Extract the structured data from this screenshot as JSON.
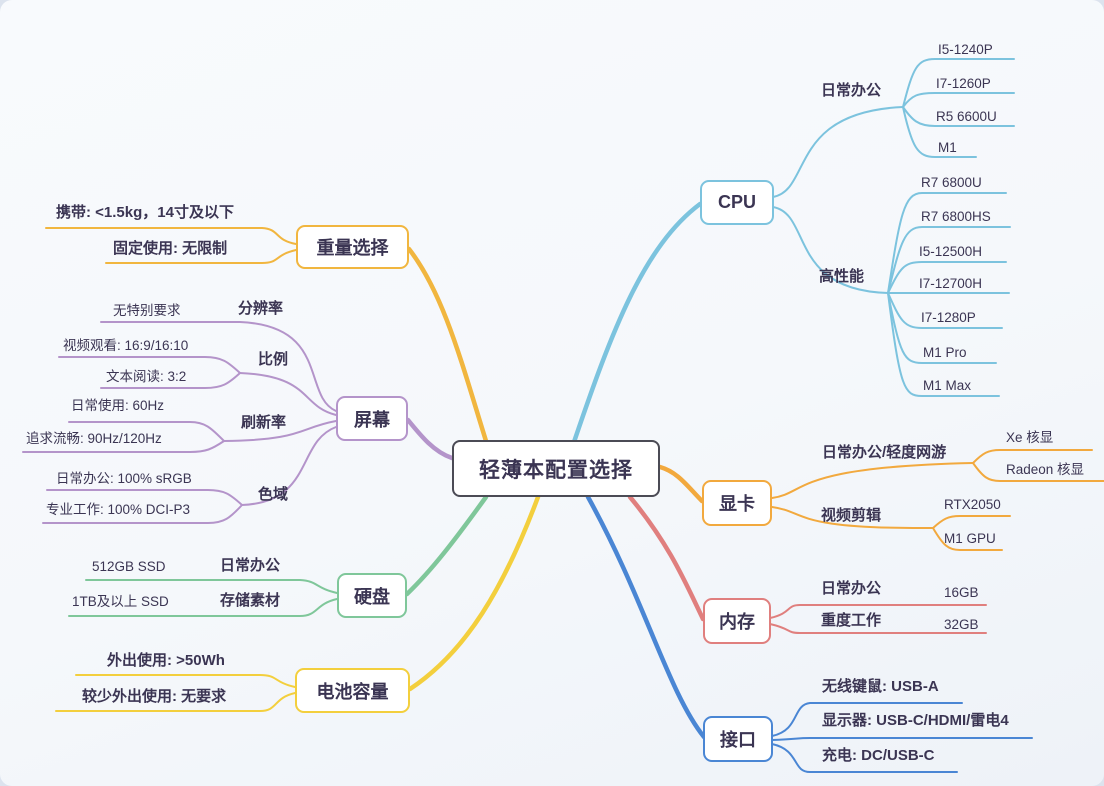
{
  "title": "轻薄本配置选择",
  "cpu": {
    "label": "CPU",
    "daily": {
      "label": "日常办公",
      "items": [
        "I5-1240P",
        "I7-1260P",
        "R5 6600U",
        "M1"
      ]
    },
    "perf": {
      "label": "高性能",
      "items": [
        "R7 6800U",
        "R7 6800HS",
        "I5-12500H",
        "I7-12700H",
        "I7-1280P",
        "M1 Pro",
        "M1 Max"
      ]
    }
  },
  "gpu": {
    "label": "显卡",
    "casual": {
      "label": "日常办公/轻度网游",
      "items": [
        "Xe 核显",
        "Radeon 核显"
      ]
    },
    "video": {
      "label": "视频剪辑",
      "items": [
        "RTX2050",
        "M1 GPU"
      ]
    }
  },
  "memory": {
    "label": "内存",
    "rows": [
      {
        "label": "日常办公",
        "value": "16GB"
      },
      {
        "label": "重度工作",
        "value": "32GB"
      }
    ]
  },
  "ports": {
    "label": "接口",
    "rows": [
      "无线键鼠: USB-A",
      "显示器: USB-C/HDMI/雷电4",
      "充电: DC/USB-C"
    ]
  },
  "weight": {
    "label": "重量选择",
    "rows": [
      "携带: <1.5kg，14寸及以下",
      "固定使用: 无限制"
    ]
  },
  "screen": {
    "label": "屏幕",
    "resolution": {
      "label": "分辨率",
      "items": [
        "无特别要求"
      ]
    },
    "ratio": {
      "label": "比例",
      "items": [
        "视频观看: 16:9/16:10",
        "文本阅读: 3:2"
      ]
    },
    "refresh": {
      "label": "刷新率",
      "items": [
        "日常使用: 60Hz",
        "追求流畅: 90Hz/120Hz"
      ]
    },
    "gamut": {
      "label": "色域",
      "items": [
        "日常办公: 100% sRGB",
        "专业工作: 100% DCI-P3"
      ]
    }
  },
  "disk": {
    "label": "硬盘",
    "rows": [
      {
        "label": "日常办公",
        "value": "512GB SSD"
      },
      {
        "label": "存储素材",
        "value": "1TB及以上 SSD"
      }
    ]
  },
  "battery": {
    "label": "电池容量",
    "rows": [
      "外出使用: >50Wh",
      "较少外出使用: 无要求"
    ]
  },
  "colors": {
    "cpu": "#7cc3de",
    "gpu": "#f2a93e",
    "memory": "#e07f7e",
    "ports": "#4a86d4",
    "weight": "#f1b63f",
    "screen": "#b494ca",
    "disk": "#7fc79a",
    "battery": "#f3cf3d",
    "text": "#3b3553",
    "center_border": "#4b4b55"
  }
}
